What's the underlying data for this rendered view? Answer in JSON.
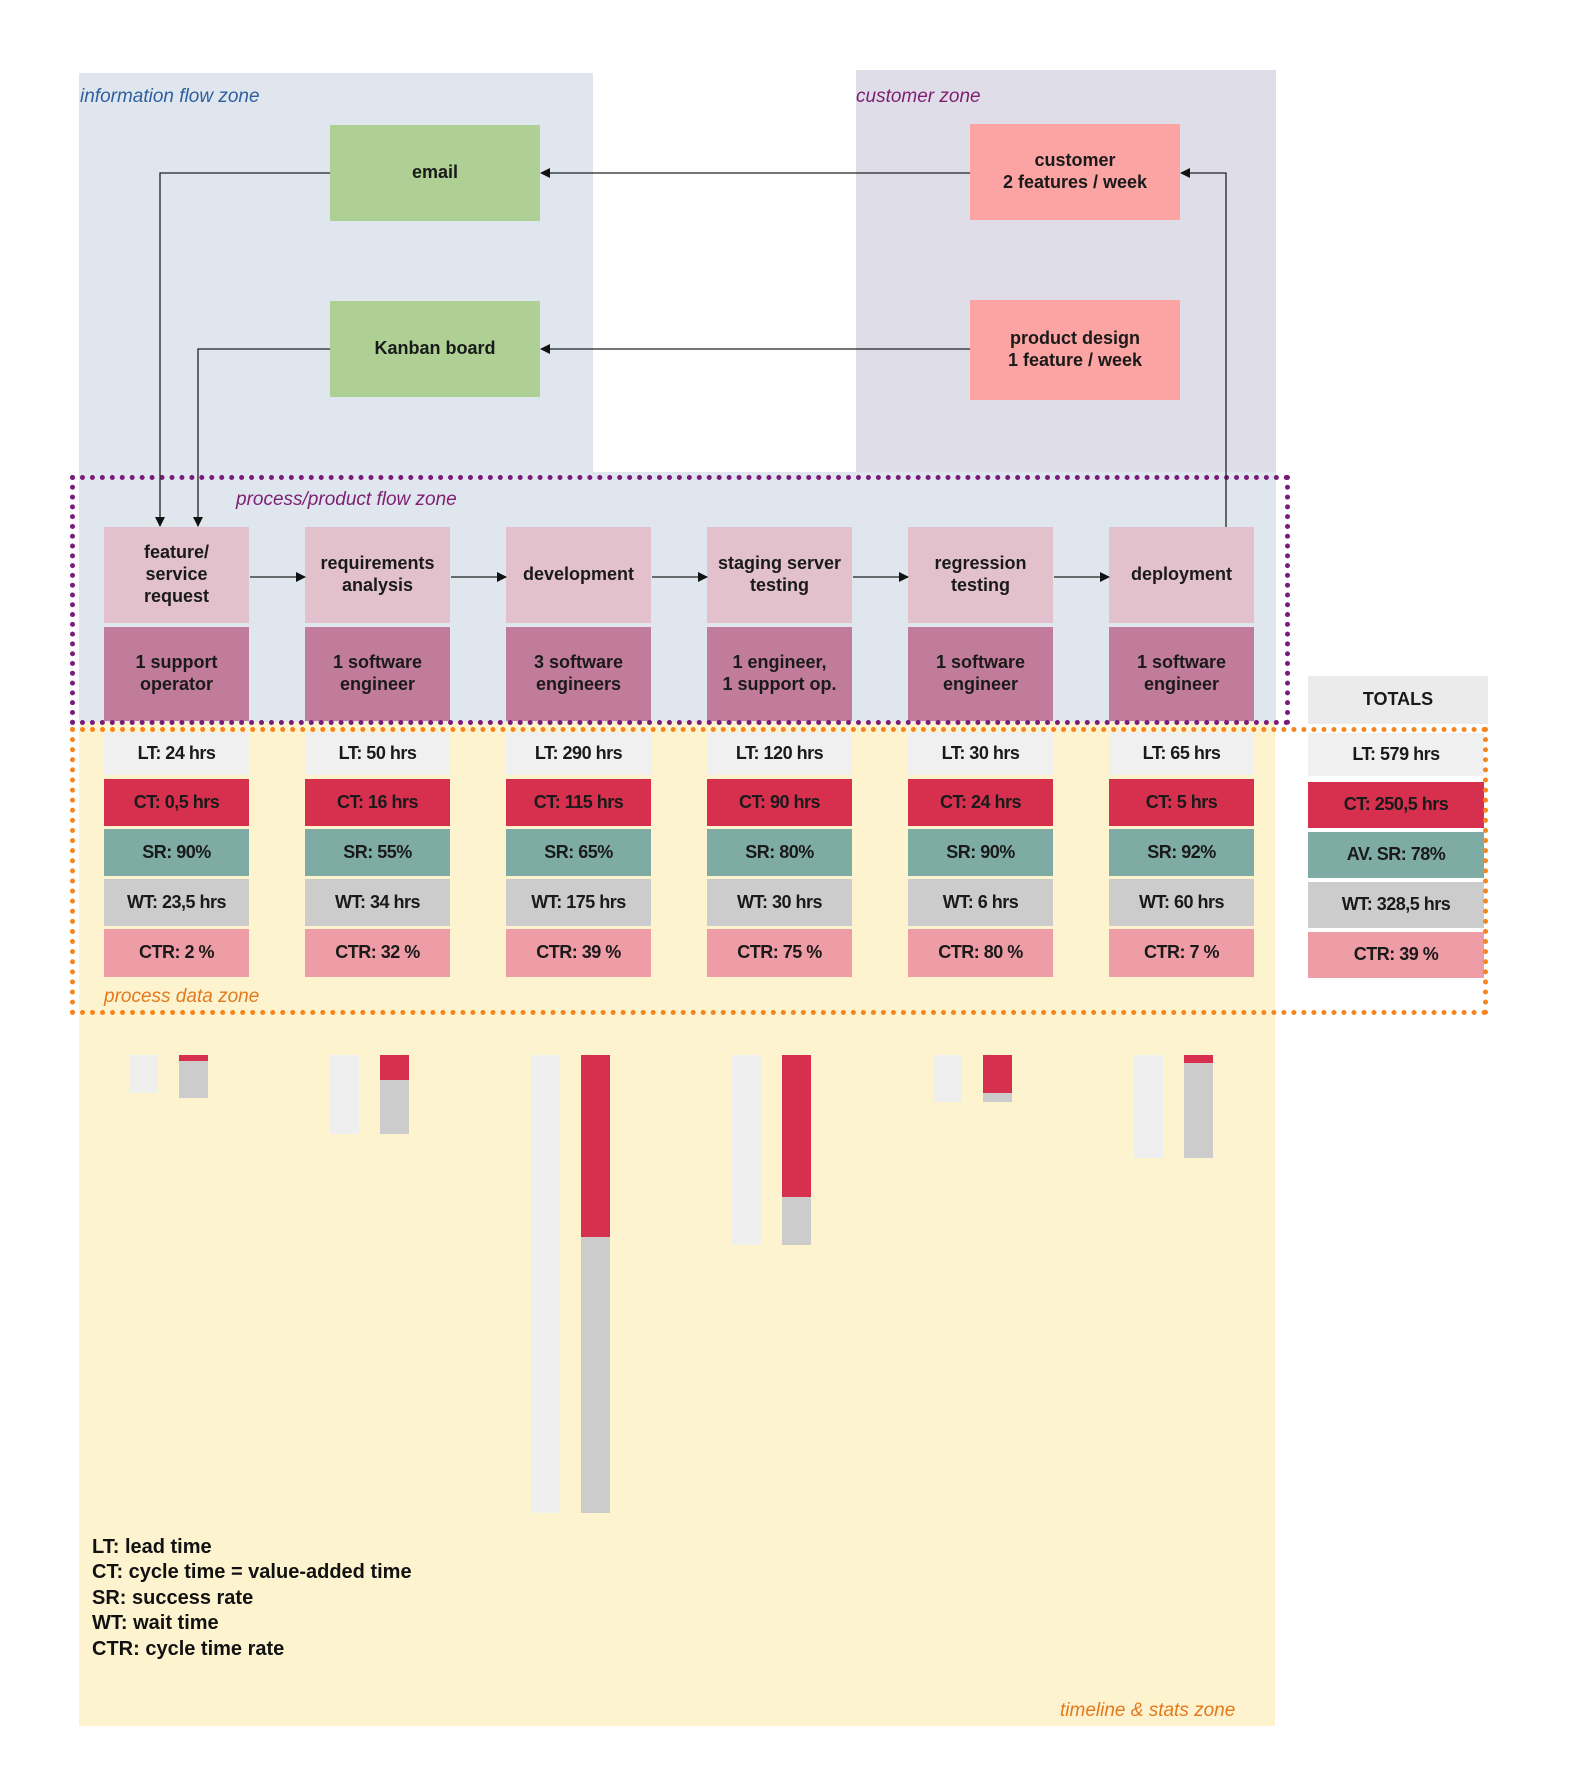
{
  "zones": {
    "information": "information flow zone",
    "customer": "customer zone",
    "process_flow": "process/product flow zone",
    "process_data": "process data zone",
    "timeline": "timeline & stats zone"
  },
  "info_nodes": {
    "email": "email",
    "kanban": "Kanban board"
  },
  "customer_nodes": {
    "customer": "customer\n2 features / week",
    "product_design": "product design\n1 feature / week"
  },
  "steps": [
    {
      "name": "feature/\nservice\nrequest",
      "staff": "1 support\noperator",
      "lt": "LT: 24 hrs",
      "ct": "CT: 0,5 hrs",
      "sr": "SR: 90%",
      "wt": "WT: 23,5 hrs",
      "ctr": "CTR: 2 %"
    },
    {
      "name": "requirements\nanalysis",
      "staff": "1 software\nengineer",
      "lt": "LT: 50 hrs",
      "ct": "CT: 16 hrs",
      "sr": "SR: 55%",
      "wt": "WT: 34 hrs",
      "ctr": "CTR: 32 %"
    },
    {
      "name": "development",
      "staff": "3 software\nengineers",
      "lt": "LT: 290 hrs",
      "ct": "CT: 115 hrs",
      "sr": "SR: 65%",
      "wt": "WT: 175 hrs",
      "ctr": "CTR: 39 %"
    },
    {
      "name": "staging server\ntesting",
      "staff": "1 engineer,\n1 support op.",
      "lt": "LT: 120 hrs",
      "ct": "CT: 90 hrs",
      "sr": "SR: 80%",
      "wt": "WT: 30 hrs",
      "ctr": "CTR: 75 %"
    },
    {
      "name": "regression\ntesting",
      "staff": "1 software\nengineer",
      "lt": "LT: 30 hrs",
      "ct": "CT: 24 hrs",
      "sr": "SR: 90%",
      "wt": "WT: 6 hrs",
      "ctr": "CTR: 80 %"
    },
    {
      "name": "deployment",
      "staff": "1 software\nengineer",
      "lt": "LT: 65 hrs",
      "ct": "CT: 5 hrs",
      "sr": "SR: 92%",
      "wt": "WT: 60 hrs",
      "ctr": "CTR: 7 %"
    }
  ],
  "totals": {
    "header": "TOTALS",
    "lt": "LT: 579 hrs",
    "ct": "CT: 250,5 hrs",
    "sr": "AV. SR: 78%",
    "wt": "WT:  328,5 hrs",
    "ctr": "CTR: 39 %"
  },
  "timeline_hours": [
    {
      "lead": 24,
      "cycle": 0.5,
      "wait": 23.5
    },
    {
      "lead": 50,
      "cycle": 16,
      "wait": 34
    },
    {
      "lead": 290,
      "cycle": 115,
      "wait": 175
    },
    {
      "lead": 120,
      "cycle": 90,
      "wait": 30
    },
    {
      "lead": 30,
      "cycle": 24,
      "wait": 6
    },
    {
      "lead": 65,
      "cycle": 5,
      "wait": 60
    }
  ],
  "legend": [
    "LT: lead time",
    "CT: cycle time = value-added time",
    "SR: success rate",
    "WT: wait time",
    "CTR: cycle time   rate"
  ],
  "colors": {
    "info_zone": "#dfe6ee",
    "customer_zone": "#dfdde8",
    "timeline_zone": "#fdf3cf",
    "info_node": "#aed094",
    "customer_node": "#fba4a3",
    "step": "#e2c1cc",
    "staff": "#c27c9b",
    "lt": "#f0f0f0",
    "ct": "#d7304f",
    "sr": "#7eaca4",
    "wt": "#cccccc",
    "ctr": "#ee9ca6",
    "purple_border": "#7a1b7c",
    "orange_border": "#f4851f",
    "info_label": "#2f5f9e",
    "customer_label": "#7e1f72",
    "orange_label": "#e3791c"
  }
}
